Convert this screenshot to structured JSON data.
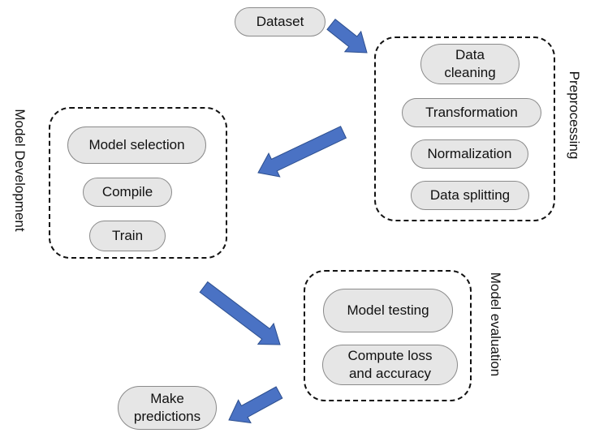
{
  "colors": {
    "node_fill": "#e6e6e6",
    "node_border": "#8a8a8a",
    "arrow_fill": "#4a72c4",
    "arrow_stroke": "#2d4f8f",
    "group_border": "#111111"
  },
  "nodes": {
    "dataset": "Dataset",
    "data_cleaning": "Data\ncleaning",
    "transformation": "Transformation",
    "normalization": "Normalization",
    "data_splitting": "Data splitting",
    "model_selection": "Model selection",
    "compile": "Compile",
    "train": "Train",
    "model_testing": "Model testing",
    "compute_loss": "Compute loss\nand accuracy",
    "make_predictions": "Make\npredictions"
  },
  "groups": {
    "preprocessing": "Preprocessing",
    "model_development": "Model Development",
    "model_evaluation": "Model evaluation"
  },
  "arrows": [
    {
      "name": "arrow-dataset-to-preprocessing",
      "icon": "block-arrow-icon"
    },
    {
      "name": "arrow-preprocessing-to-development",
      "icon": "block-arrow-icon"
    },
    {
      "name": "arrow-development-to-evaluation",
      "icon": "block-arrow-icon"
    },
    {
      "name": "arrow-evaluation-to-predictions",
      "icon": "block-arrow-icon"
    }
  ]
}
